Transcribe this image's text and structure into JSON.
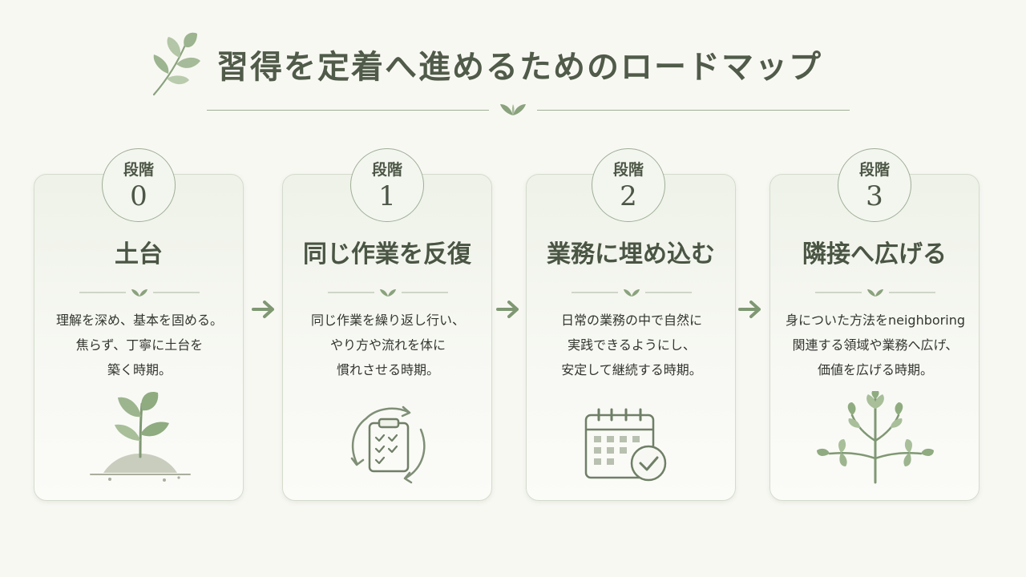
{
  "title": "習得を定着へ進めるためのロードマップ",
  "stages": [
    {
      "badge_label": "段階",
      "number": "0",
      "title": "土台",
      "description": [
        "理解を深め、基本を固める。",
        "焦らず、丁寧に土台を",
        "築く時期。"
      ],
      "icon": "seedling-in-soil-icon"
    },
    {
      "badge_label": "段階",
      "number": "1",
      "title": "同じ作業を反復",
      "description": [
        "同じ作業を繰り返し行い、",
        "やり方や流れを体に",
        "慣れさせる時期。"
      ],
      "icon": "clipboard-cycle-icon"
    },
    {
      "badge_label": "段階",
      "number": "2",
      "title": "業務に埋め込む",
      "description": [
        "日常の業務の中で自然に",
        "実践できるようにし、",
        "安定して継続する時期。"
      ],
      "icon": "calendar-check-icon"
    },
    {
      "badge_label": "段階",
      "number": "3",
      "title": "隣接へ広げる",
      "description": [
        "身についた方法をneighboring",
        "関連する領域や業務へ広げ、",
        "価値を広げる時期。"
      ],
      "icon": "branching-plant-icon"
    }
  ],
  "colors": {
    "background": "#f8f8f3",
    "accent_green": "#7f9873",
    "title_text": "#505b49",
    "card_border": "#d4dccd"
  }
}
